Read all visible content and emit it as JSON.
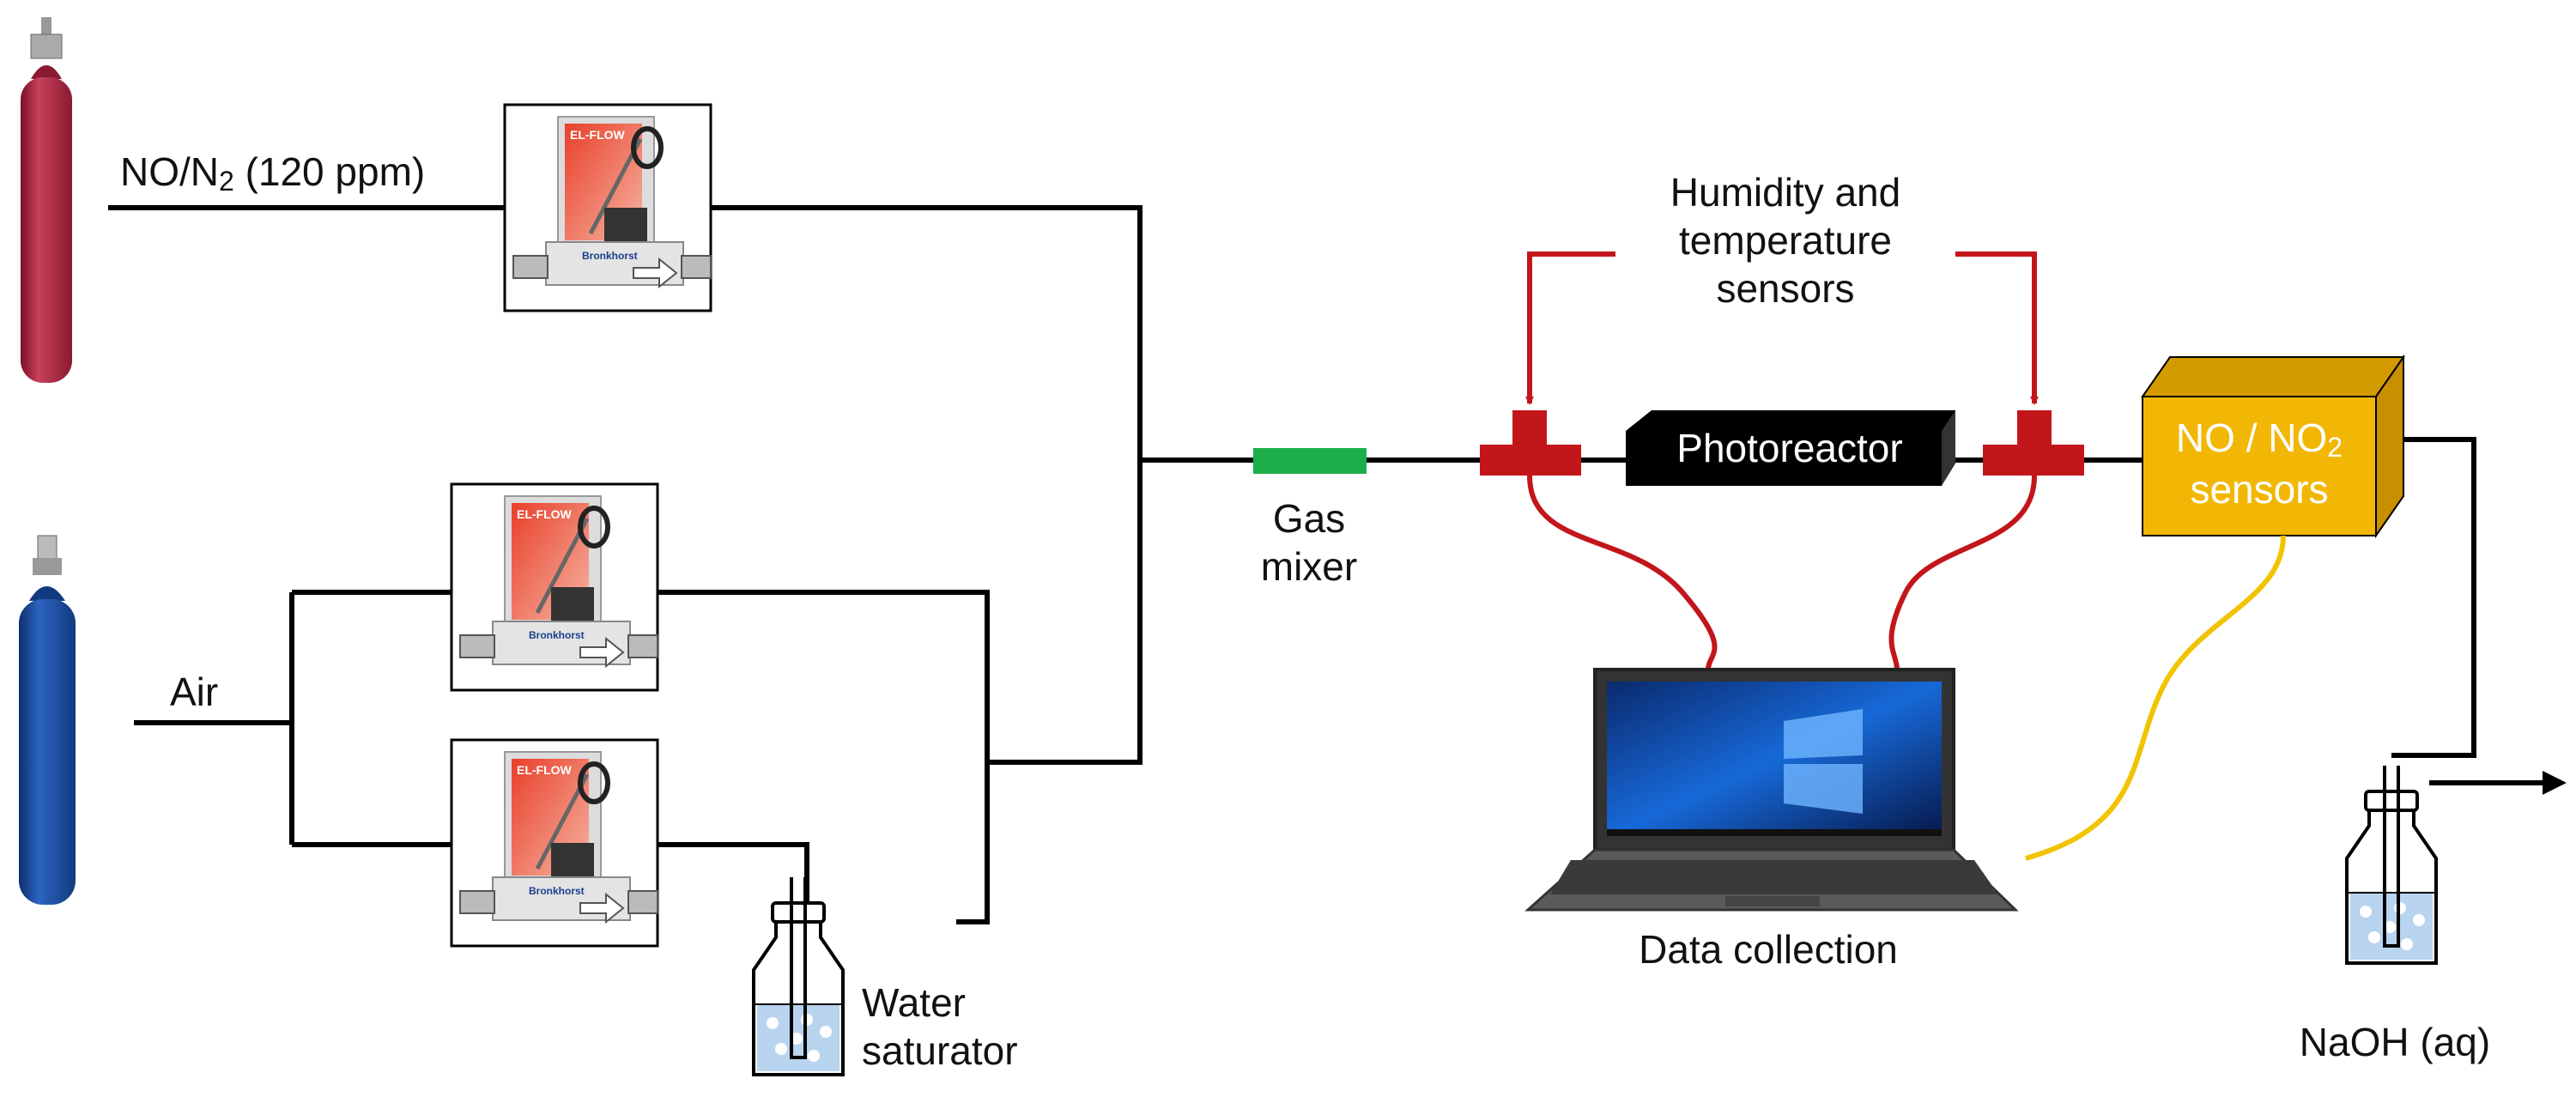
{
  "labels": {
    "no_gas": {
      "pre": "NO/N",
      "sub": "2",
      "post": " (120 ppm)"
    },
    "air": "Air",
    "gas_mixer": [
      "Gas",
      "mixer"
    ],
    "humidity": [
      "Humidity and",
      "temperature",
      "sensors"
    ],
    "photoreactor": "Photoreactor",
    "no_sensors": {
      "line1_pre": "NO / NO",
      "line1_sub": "2",
      "line2": "sensors"
    },
    "data_collection": "Data collection",
    "water_saturator": [
      "Water",
      "saturator"
    ],
    "naoh": "NaOH (aq)"
  },
  "colors": {
    "line": "#000000",
    "red_cylinder": "#b5273f",
    "blue_cylinder": "#1c4fa0",
    "mixer": "#1cae4a",
    "tee": "#c2161b",
    "reactor": "#000000",
    "sensor_box": "#f2b705",
    "yellow_cable": "#f2c300",
    "liquid": "#b8d4ef"
  }
}
